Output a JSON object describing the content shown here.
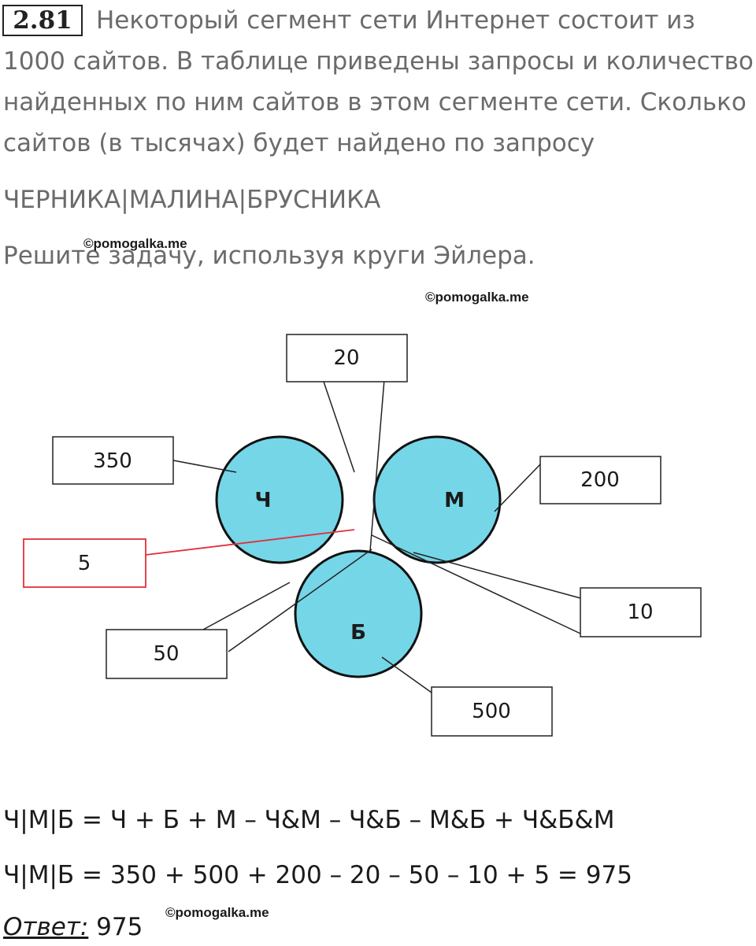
{
  "problem": {
    "number": "2.81",
    "text": "Некоторый сегмент сети Интернет состоит из 1000 сайтов. В таблице приведены запросы и количество найденных по ним сайтов в этом сегменте сети. Сколько сайтов (в тысячах) будет найдено по запросу",
    "query": "ЧЕРНИКА|МАЛИНА|БРУСНИКА",
    "instruction": "Решите задачу, используя круги Эйлера."
  },
  "watermark": "©pomogalka.me",
  "diagram": {
    "circle_labels": {
      "ch": "Ч",
      "m": "М",
      "b": "Б"
    },
    "boxes": {
      "ch_only": "350",
      "ch_m": "20",
      "m_only": "200",
      "all_three": "5",
      "m_b": "10",
      "ch_b": "50",
      "b_only": "500"
    },
    "colors": {
      "circle_fill": "#75d6e8",
      "pair_overlap": "#ffc000",
      "triple_overlap": "#f7a8c8",
      "highlight_box": "#e0303a"
    }
  },
  "solution": {
    "formula": "Ч|М|Б = Ч + Б + М – Ч&М – Ч&Б – М&Б + Ч&Б&М",
    "computation": "Ч|М|Б = 350 + 500 + 200 – 20 – 50 – 10 + 5 = 975",
    "answer_label": "Ответ:",
    "answer_value": "975"
  }
}
